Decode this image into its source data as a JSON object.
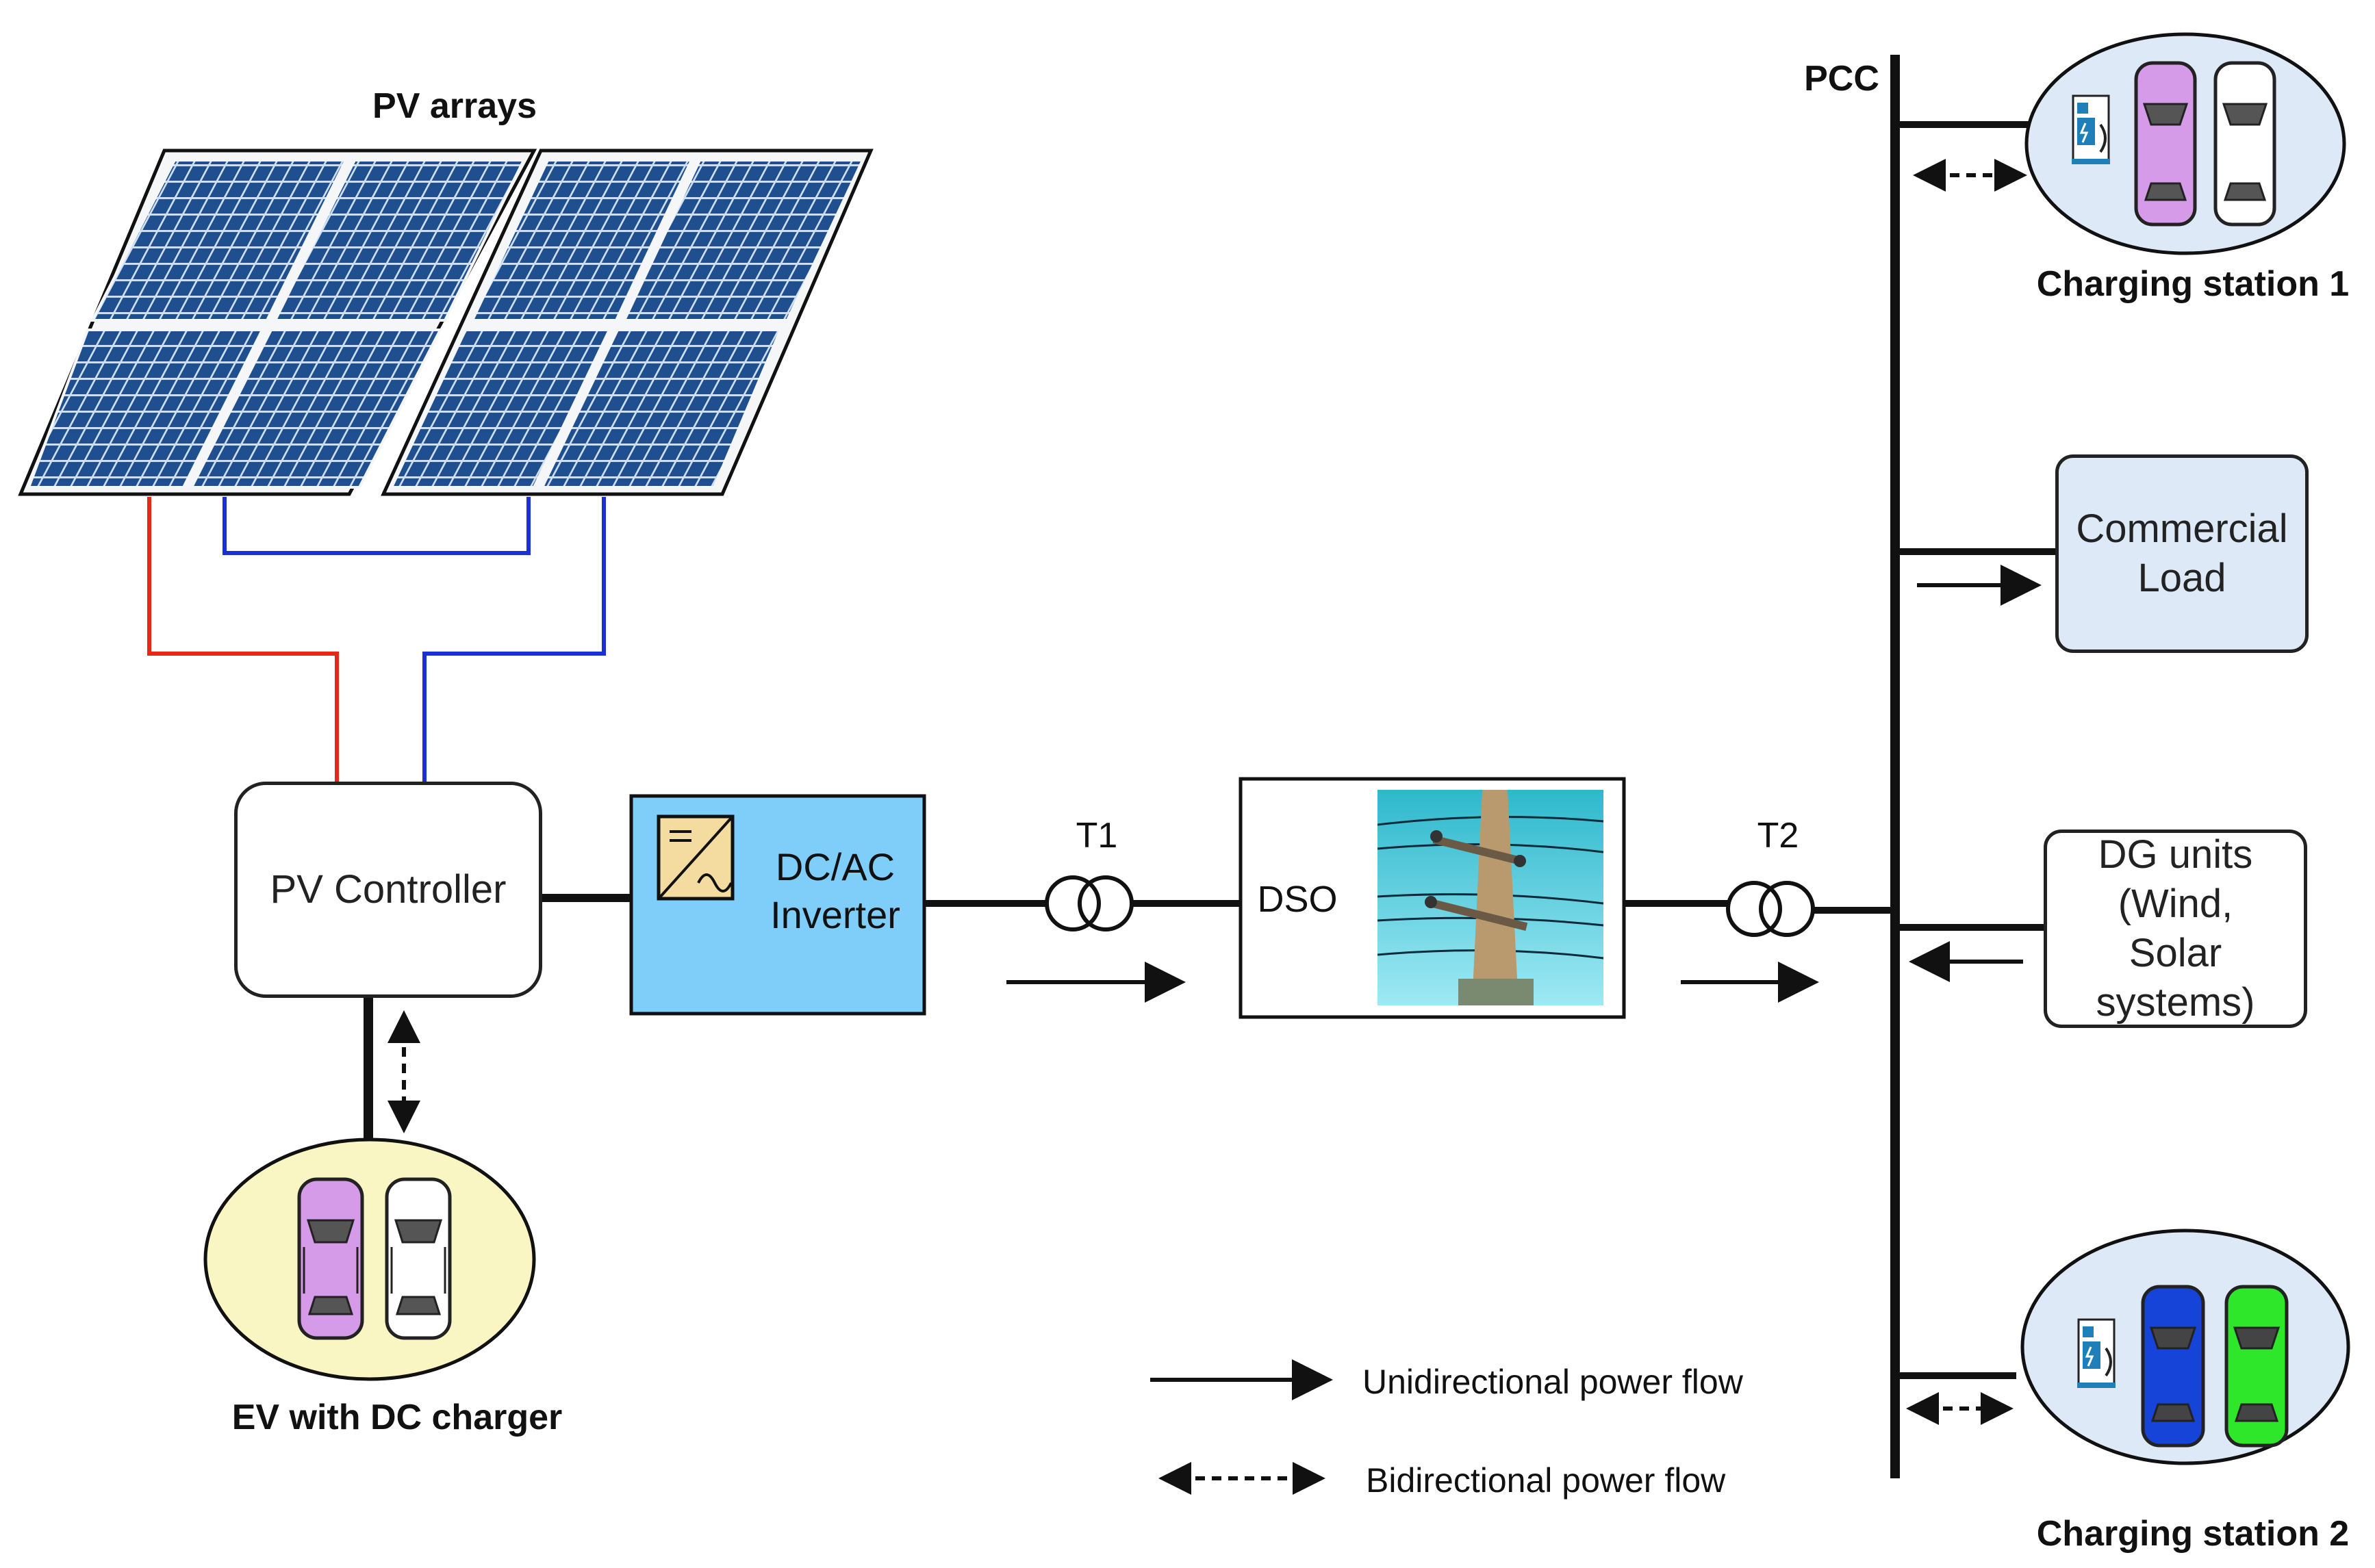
{
  "pv_arrays_title": "PV arrays",
  "pv_controller": "PV Controller",
  "inverter": {
    "line1": "DC/AC",
    "line2": "Inverter"
  },
  "t1": "T1",
  "t2": "T2",
  "dso": "DSO",
  "pcc": "PCC",
  "charging_station_1": "Charging station 1",
  "charging_station_2": "Charging station 2",
  "commercial_load": {
    "line1": "Commercial",
    "line2": "Load"
  },
  "dg_units": {
    "line1": "DG units (Wind,",
    "line2": "Solar systems)"
  },
  "ev_dc_charger": "EV with DC charger",
  "legend": {
    "unidirectional": "Unidirectional power flow",
    "bidirectional": "Bidirectional power flow"
  },
  "colors": {
    "pv_positive_wire": "#e8261c",
    "pv_negative_wire": "#1a2fd6",
    "inverter_fill": "#7fcdf9",
    "load_fill": "#dde9f7",
    "station_fill": "#dde9f7",
    "ev_fill": "#f9f6c4",
    "panel_cell": "#1f4f8f",
    "car_purple": "#d69be8",
    "car_blue": "#1744d8",
    "car_green": "#2ee62a"
  }
}
